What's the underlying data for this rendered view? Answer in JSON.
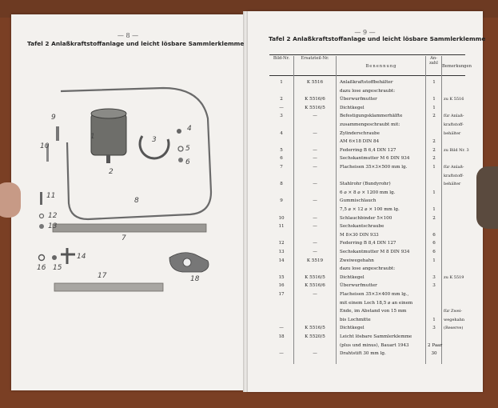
{
  "left_page": {
    "page_number": "— 8 —",
    "title": "Tafel 2 Anlaßkraftstoffanlage und leicht lösbare Sammlerklemme",
    "callouts": [
      "1",
      "2",
      "3",
      "4",
      "5",
      "6",
      "7",
      "8",
      "9",
      "10",
      "11",
      "12",
      "13",
      "14",
      "15",
      "16",
      "17",
      "18"
    ]
  },
  "right_page": {
    "page_number": "— 9 —",
    "title": "Tafel 2 Anlaßkraftstoffanlage und leicht lösbare Sammlerklemme",
    "headers": {
      "no": "Bild-Nr.",
      "ersatz": "Ersatzteil-Nr.",
      "benennung": "Benennung",
      "anzahl": "An-zahl",
      "bemerkungen": "Bemerkungen"
    },
    "rows": [
      {
        "no": "1",
        "ers": "K 5516",
        "ben": "Anlaßkraftstoffbehälter",
        "anz": "1",
        "bem": ""
      },
      {
        "no": "",
        "ers": "",
        "ben": "dazu lose angeschraubt:",
        "anz": "",
        "bem": ""
      },
      {
        "no": "2",
        "ers": "K 5516/6",
        "ben": "Überwurfmutter",
        "anz": "1",
        "bem": "zu K 5516"
      },
      {
        "no": "—",
        "ers": "K 5516/5",
        "ben": "Dichtkegel",
        "anz": "1",
        "bem": ""
      },
      {
        "no": "3",
        "ers": "—",
        "ben": "Befestigungsklammerhälfte",
        "anz": "2",
        "bem": "für Anlaß-"
      },
      {
        "no": "",
        "ers": "",
        "ben": "zusammengeschraubt mit:",
        "anz": "",
        "bem": "kraftstoff-"
      },
      {
        "no": "4",
        "ers": "—",
        "ben": "Zylinderschraube",
        "anz": "",
        "bem": "behälter"
      },
      {
        "no": "",
        "ers": "",
        "ben": "AM 6×18 DIN 84",
        "anz": "2",
        "bem": ""
      },
      {
        "no": "5",
        "ers": "—",
        "ben": "Federring B 6,4 DIN 127",
        "anz": "2",
        "bem": "zu Bild Nr. 3"
      },
      {
        "no": "6",
        "ers": "—",
        "ben": "Sechskantmutter M 6 DIN 934",
        "anz": "2",
        "bem": ""
      },
      {
        "no": "7",
        "ers": "—",
        "ben": "Flacheisen 35×3×500 mm lg.",
        "anz": "1",
        "bem": "für Anlaß-"
      },
      {
        "no": "",
        "ers": "",
        "ben": "",
        "anz": "",
        "bem": "kraftstoff-"
      },
      {
        "no": "8",
        "ers": "—",
        "ben": "Stahlrohr (Bundyrohr)",
        "anz": "",
        "bem": "behälter"
      },
      {
        "no": "",
        "ers": "",
        "ben": "6 ⌀ × 8 ⌀ × 1200 mm lg.",
        "anz": "1",
        "bem": ""
      },
      {
        "no": "9",
        "ers": "—",
        "ben": "Gummischlauch",
        "anz": "",
        "bem": ""
      },
      {
        "no": "",
        "ers": "",
        "ben": "7,5 ⌀ × 12 ⌀ × 100 mm lg.",
        "anz": "1",
        "bem": ""
      },
      {
        "no": "10",
        "ers": "—",
        "ben": "Schlauchbinder 5×100",
        "anz": "2",
        "bem": ""
      },
      {
        "no": "11",
        "ers": "—",
        "ben": "Sechskantschraube",
        "anz": "",
        "bem": ""
      },
      {
        "no": "",
        "ers": "",
        "ben": "M 8×30 DIN 933",
        "anz": "6",
        "bem": ""
      },
      {
        "no": "12",
        "ers": "—",
        "ben": "Federring B 8,4 DIN 127",
        "anz": "6",
        "bem": ""
      },
      {
        "no": "13",
        "ers": "—",
        "ben": "Sechskantmutter M 8 DIN 934",
        "anz": "6",
        "bem": ""
      },
      {
        "no": "14",
        "ers": "K 5519",
        "ben": "Zweiwegehahn",
        "anz": "1",
        "bem": ""
      },
      {
        "no": "",
        "ers": "",
        "ben": "dazu lose angeschraubt:",
        "anz": "",
        "bem": ""
      },
      {
        "no": "15",
        "ers": "K 5516/5",
        "ben": "Dichtkegel",
        "anz": "3",
        "bem": "zu K 5519"
      },
      {
        "no": "16",
        "ers": "K 5516/6",
        "ben": "Überwurfmutter",
        "anz": "3",
        "bem": ""
      },
      {
        "no": "17",
        "ers": "—",
        "ben": "Flacheisen 35×3×400 mm lg.,",
        "anz": "",
        "bem": ""
      },
      {
        "no": "",
        "ers": "",
        "ben": "mit einem Loch 18,5 ⌀ an einem",
        "anz": "",
        "bem": ""
      },
      {
        "no": "",
        "ers": "",
        "ben": "Ende, im Abstand von 15 mm",
        "anz": "",
        "bem": "für Zwei-"
      },
      {
        "no": "",
        "ers": "",
        "ben": "bis Lochmitte",
        "anz": "1",
        "bem": "wegehahn"
      },
      {
        "no": "—",
        "ers": "K 5516/5",
        "ben": "Dichtkegel",
        "anz": "3",
        "bem": "(Reserve)"
      },
      {
        "no": "18",
        "ers": "K 5520/5",
        "ben": "Leicht lösbare Sammlerklemme",
        "anz": "",
        "bem": ""
      },
      {
        "no": "",
        "ers": "",
        "ben": "(plus und minus), Bauart 1943",
        "anz": "2 Paar",
        "bem": ""
      },
      {
        "no": "—",
        "ers": "—",
        "ben": "Drahtstift 30 mm lg.",
        "anz": "30",
        "bem": ""
      }
    ]
  }
}
